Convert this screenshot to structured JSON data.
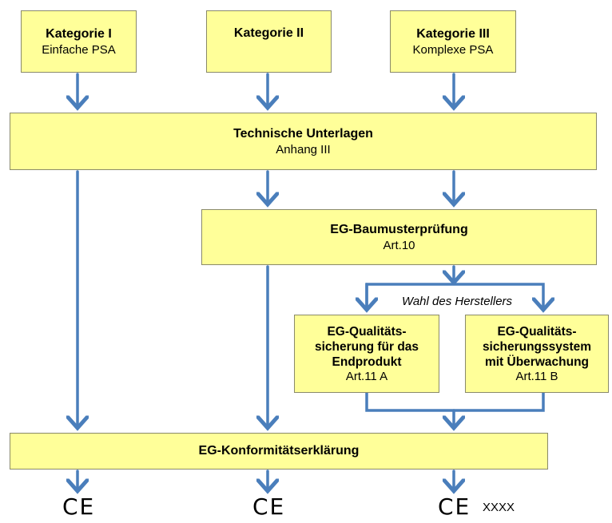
{
  "category_1": {
    "title": "Kategorie I",
    "subtitle": "Einfache PSA"
  },
  "category_2": {
    "title": "Kategorie II"
  },
  "category_3": {
    "title": "Kategorie III",
    "subtitle": "Komplexe PSA"
  },
  "technical_documents": {
    "title": "Technische Unterlagen",
    "subtitle": "Anhang III"
  },
  "type_examination": {
    "title": "EG-Baumusterprüfung",
    "subtitle": "Art.10"
  },
  "manufacturer_choice": "Wahl des Herstellers",
  "quality_product": {
    "title": "EG-Qualitäts-\nsicherung für das\nEndprodukt",
    "subtitle": "Art.11 A"
  },
  "quality_system": {
    "title": "EG-Qualitäts-\nsicherungssystem\nmit Überwachung",
    "subtitle": "Art.11 B"
  },
  "conformity_declaration": {
    "title": "EG-Konformitätserklärung"
  },
  "ce_mark": "CE",
  "notified_body_number": "XXXX",
  "colors": {
    "box_fill": "#ffff99",
    "box_border": "#8a8a6a",
    "arrow": "#4a7ebb"
  }
}
